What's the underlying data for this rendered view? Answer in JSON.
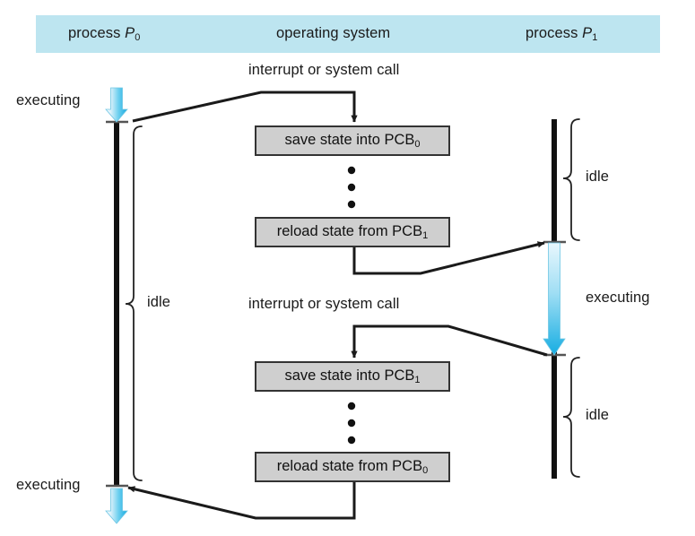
{
  "figure": {
    "title": "context-switch-diagram",
    "header_band_color": "#bde5f0",
    "box_fill_color": "#cfcfcf",
    "box_border_color": "#333333",
    "arrow_blue_light": "#dff2fb",
    "arrow_blue_dark": "#1fb6e8",
    "line_color": "#1a1a1a"
  },
  "header": {
    "columns": [
      {
        "prefix": "process ",
        "var": "P",
        "sub": "0",
        "full": "process P0"
      },
      {
        "prefix": "operating system",
        "var": "",
        "sub": "",
        "full": "operating system"
      },
      {
        "prefix": "process ",
        "var": "P",
        "sub": "1",
        "full": "process P1"
      }
    ]
  },
  "annotations": {
    "interrupt_top": "interrupt or system call",
    "interrupt_middle": "interrupt or system call",
    "p0_executing_top": "executing",
    "p0_idle": "idle",
    "p0_executing_bottom": "executing",
    "p1_idle_top": "idle",
    "p1_executing": "executing",
    "p1_idle_bottom": "idle"
  },
  "os_steps": [
    {
      "id": "save-0",
      "prefix": "save state into PCB",
      "sub": "0",
      "full": "save state into PCB0"
    },
    {
      "id": "reload-1",
      "prefix": "reload state from PCB",
      "sub": "1",
      "full": "reload state from PCB1"
    },
    {
      "id": "save-1",
      "prefix": "save state into PCB",
      "sub": "1",
      "full": "save state into PCB1"
    },
    {
      "id": "reload-0",
      "prefix": "reload state from PCB",
      "sub": "0",
      "full": "reload state from PCB0"
    }
  ],
  "ellipses": [
    {
      "id": "ellipsis-upper",
      "dots": 3
    },
    {
      "id": "ellipsis-lower",
      "dots": 3
    }
  ]
}
